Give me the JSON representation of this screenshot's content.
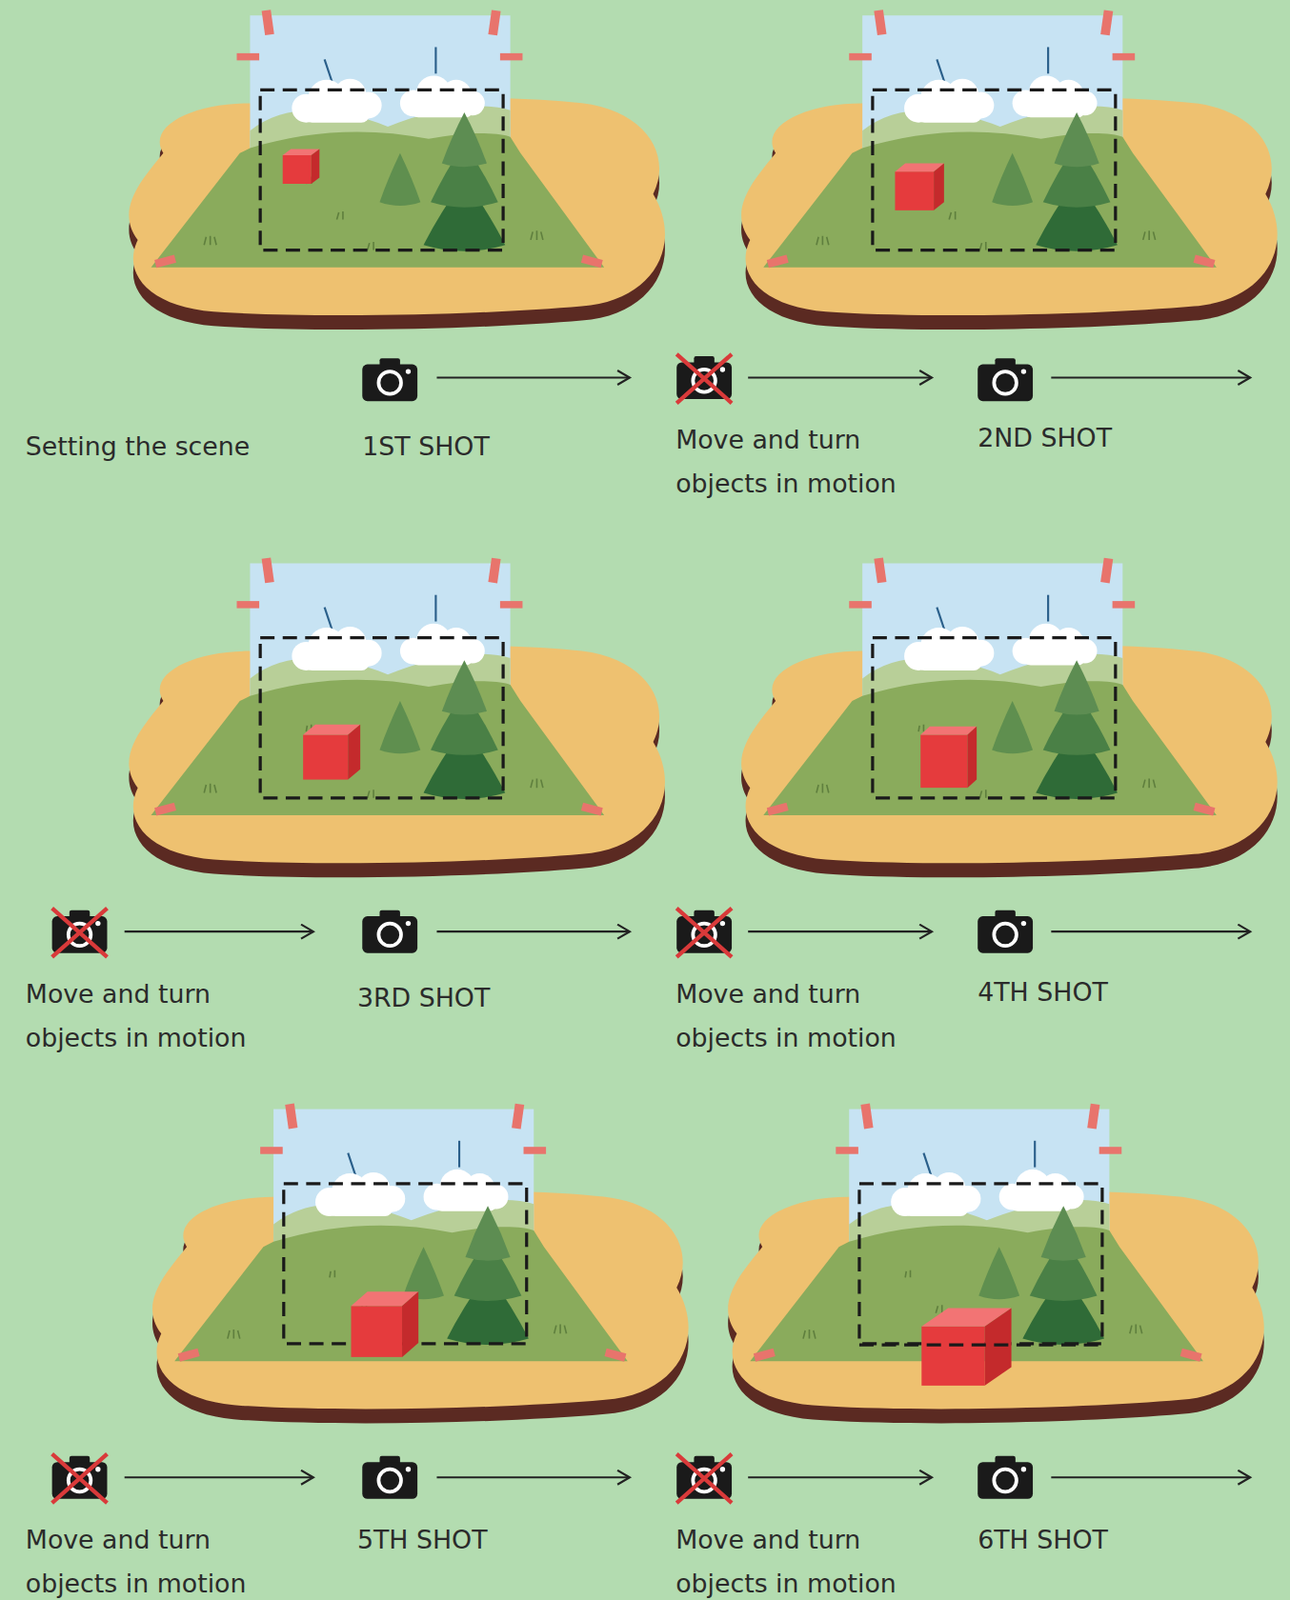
{
  "diagram": {
    "labels": [
      "Setting the scene",
      "1ST SHOT",
      "Move and turn objects in motion",
      "2ND SHOT",
      "Move and turn objects in motion",
      "3RD SHOT",
      "Move and turn objects in motion",
      "4TH SHOT",
      "Move and turn objects in motion",
      "5TH SHOT",
      "Move and turn objects in motion",
      "6TH SHOT"
    ]
  }
}
